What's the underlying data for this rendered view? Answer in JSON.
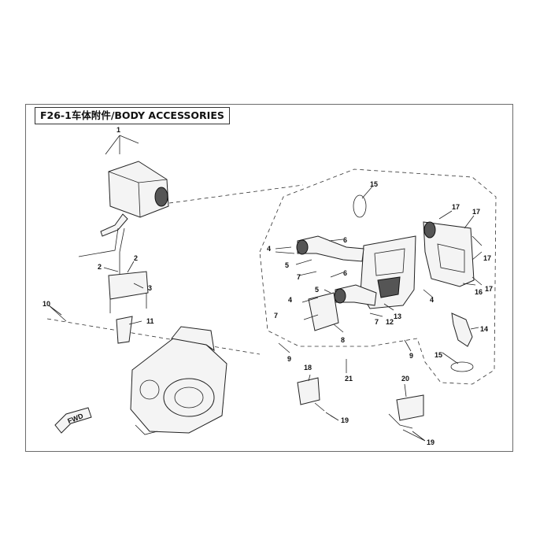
{
  "title": "F26-1车体附件/BODY ACCESSORIES",
  "fwd_label": "FWD",
  "callouts": [
    "1",
    "2",
    "2",
    "3",
    "4",
    "4",
    "4",
    "5",
    "5",
    "6",
    "6",
    "7",
    "7",
    "7",
    "8",
    "9",
    "9",
    "10",
    "11",
    "12",
    "13",
    "14",
    "15",
    "15",
    "16",
    "17",
    "17",
    "17",
    "17",
    "18",
    "19",
    "19",
    "20",
    "21"
  ]
}
